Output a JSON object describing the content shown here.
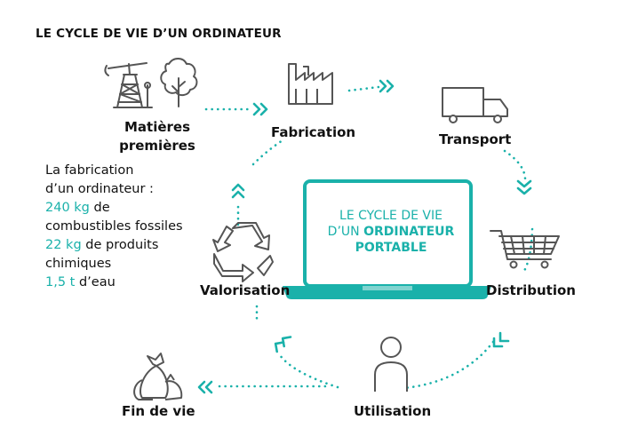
{
  "title": "LE CYCLE DE VIE D’UN ORDINATEUR",
  "colors": {
    "accent": "#1ab1aa",
    "icon_stroke": "#555555",
    "text": "#111111"
  },
  "stages": {
    "matieres_line1": "Matières",
    "matieres_line2": "premières",
    "fabrication": "Fabrication",
    "transport": "Transport",
    "distribution": "Distribution",
    "utilisation": "Utilisation",
    "valorisation": "Valorisation",
    "fin_de_vie": "Fin de vie"
  },
  "info": {
    "line1": "La fabrication",
    "line2": "d’un ordinateur :",
    "item1_value": "240 kg",
    "item1_text": " de",
    "item1_text2": "combustibles fossiles",
    "item2_value": "22 kg",
    "item2_text": " de produits",
    "item2_text2": "chimiques",
    "item3_value": "1,5 t",
    "item3_text": " d’eau"
  },
  "laptop": {
    "line1": "LE CYCLE DE VIE",
    "line2_prefix": "D’UN ",
    "line2_bold": "ORDINATEUR",
    "line3_bold": "PORTABLE"
  },
  "icons": [
    "oil-derrick-icon",
    "tree-icon",
    "factory-icon",
    "truck-icon",
    "shopping-cart-icon",
    "person-icon",
    "recycle-icon",
    "garbage-bags-icon",
    "laptop-icon"
  ]
}
